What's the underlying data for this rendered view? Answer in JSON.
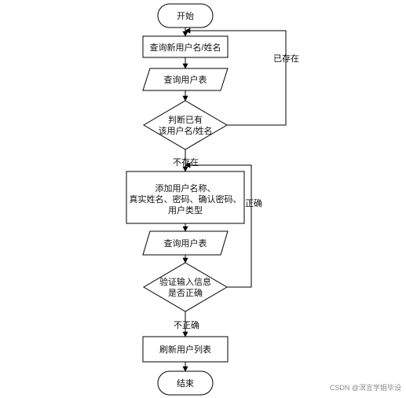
{
  "nodes": {
    "start": "开始",
    "query_new": "查询新用户名/姓名",
    "query_table_1": "查询用户表",
    "decision_exists": [
      "判断已有",
      "该用户名/姓名"
    ],
    "add_user": [
      "添加用户名称、",
      "真实姓名、密码、确认密码、",
      "用户类型"
    ],
    "query_table_2": "查询用户表",
    "decision_valid": [
      "验证输入信息",
      "是否正确"
    ],
    "refresh": "刷新用户列表",
    "end": "结束"
  },
  "edge_labels": {
    "exists": "已存在",
    "not_exists": "不存在",
    "correct": "正确",
    "incorrect": "不正确"
  },
  "watermark": "CSDN @溟言学姐毕设"
}
